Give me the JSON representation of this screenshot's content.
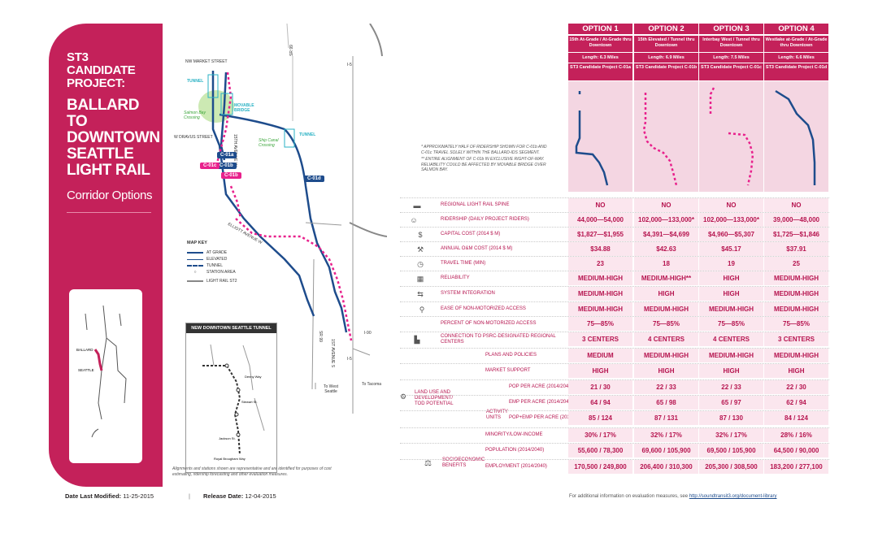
{
  "sidebar": {
    "title_1": "ST3 CANDIDATE PROJECT:",
    "title_2": "BALLARD TO DOWNTOWN SEATTLE LIGHT RAIL",
    "subtitle": "Corridor Options"
  },
  "locmap": {
    "ballard": "BALLARD",
    "seattle": "SEATTLE"
  },
  "map": {
    "labels": {
      "market": "NW MARKET STREET",
      "dravus": "W DRAVUS STREET",
      "sr99": "SR 99",
      "i5": "I-5",
      "ave15": "15TH AVENUE W",
      "tunnel1": "TUNNEL",
      "tunnel2": "TUNNEL",
      "movable": "MOVABLE BRIDGE",
      "salmon": "Salmon Bay Crossing",
      "shipcanal": "Ship Canal Crossing",
      "elliott": "ELLIOTT AVENUE W",
      "sr99b": "SR 99",
      "ave1st": "1ST AVENUE S",
      "i5b": "I-5",
      "i90": "I-90",
      "westseattle": "To West Seattle",
      "tacoma": "To Tacoma"
    },
    "tags": {
      "c01a": "C-01a",
      "c01b": "C-01b",
      "c01c": "C-01c",
      "c01d": "C-01d"
    },
    "mapkey": {
      "title": "MAP KEY",
      "items": [
        "AT GRADE",
        "ELEVATED",
        "TUNNEL",
        "STATION AREA",
        "LIGHT RAIL ST2"
      ]
    },
    "inset": {
      "title": "NEW DOWNTOWN SEATTLE TUNNEL",
      "labels": [
        "Denny Way",
        "Stewart St.",
        "Jackson St.",
        "Royal Brougham Way"
      ]
    },
    "disclaimer": "Alignments and stations shown are representative and are identified for purposes of cost estimating, ridership forecasting and other evaluation measures."
  },
  "notes": [
    "* APPROXIMATELY HALF OF RIDERSHIP SHOWN FOR C-01b AND C-01c TRAVEL SOLELY WITHIN THE BALLARD-IDS SEGMENT.",
    "** ENTIRE ALIGNMENT OF C-01b IN EXCLUSIVE RIGHT-OF-WAY. RELIABILITY COULD BE AFFECTED BY MOVABLE BRIDGE OVER SALMON BAY."
  ],
  "options": [
    {
      "name": "OPTION 1",
      "desc": "15th At-Grade / At-Grade thru Downtown",
      "length": "Length: 6.3 Miles",
      "project": "ST3 Candidate Project C-01a"
    },
    {
      "name": "OPTION 2",
      "desc": "15th Elevated / Tunnel thru Downtown",
      "length": "Length: 6.9 Miles",
      "project": "ST3 Candidate Project C-01b"
    },
    {
      "name": "OPTION 3",
      "desc": "Interbay West / Tunnel thru Downtown",
      "length": "Length: 7.5 Miles",
      "project": "ST3 Candidate Project C-01c"
    },
    {
      "name": "OPTION 4",
      "desc": "Westlake at-Grade / At-Grade thru Downtown",
      "length": "Length: 6.6 Miles",
      "project": "ST3 Candidate Project C-01d"
    }
  ],
  "measures": [
    {
      "label": "REGIONAL LIGHT RAIL SPINE",
      "icon": "train-icon",
      "v": [
        "NO",
        "NO",
        "NO",
        "NO"
      ]
    },
    {
      "label": "RIDERSHIP (DAILY PROJECT RIDERS)",
      "icon": "people-icon",
      "v": [
        "44,000—54,000",
        "102,000—133,000*",
        "102,000—133,000*",
        "39,000—48,000"
      ]
    },
    {
      "label": "CAPITAL COST (2014 $ M)",
      "icon": "dollar-icon",
      "v": [
        "$1,827—$1,955",
        "$4,391—$4,699",
        "$4,960—$5,307",
        "$1,725—$1,846"
      ]
    },
    {
      "label": "ANNUAL O&M COST (2014 $ M)",
      "icon": "wrench-icon",
      "v": [
        "$34.88",
        "$42.63",
        "$45.17",
        "$37.91"
      ]
    },
    {
      "label": "TRAVEL TIME (MIN)",
      "icon": "clock-icon",
      "v": [
        "23",
        "18",
        "19",
        "25"
      ]
    },
    {
      "label": "RELIABILITY",
      "icon": "calendar-icon",
      "v": [
        "MEDIUM-HIGH",
        "MEDIUM-HIGH**",
        "HIGH",
        "MEDIUM-HIGH"
      ]
    },
    {
      "label": "SYSTEM INTEGRATION",
      "icon": "transfer-icon",
      "v": [
        "MEDIUM-HIGH",
        "HIGH",
        "HIGH",
        "MEDIUM-HIGH"
      ]
    },
    {
      "label": "EASE OF NON-MOTORIZED ACCESS",
      "icon": "bike-walk-icon",
      "v": [
        "MEDIUM-HIGH",
        "MEDIUM-HIGH",
        "MEDIUM-HIGH",
        "MEDIUM-HIGH"
      ]
    },
    {
      "label": "PERCENT OF NON-MOTORIZED ACCESS",
      "icon": "",
      "v": [
        "75—85%",
        "75—85%",
        "75—85%",
        "75—85%"
      ]
    },
    {
      "label": "CONNECTION TO PSRC-DESIGNATED REGIONAL CENTERS",
      "icon": "city-icon",
      "v": [
        "3 CENTERS",
        "4 CENTERS",
        "4 CENTERS",
        "3 CENTERS"
      ]
    },
    {
      "label": "PLANS AND POLICIES",
      "icon": "",
      "v": [
        "MEDIUM",
        "MEDIUM-HIGH",
        "MEDIUM-HIGH",
        "MEDIUM-HIGH"
      ]
    },
    {
      "label": "MARKET SUPPORT",
      "icon": "",
      "v": [
        "HIGH",
        "HIGH",
        "HIGH",
        "HIGH"
      ]
    },
    {
      "label": "POP PER ACRE (2014/2040)",
      "icon": "",
      "v": [
        "21 / 30",
        "22 / 33",
        "22 / 33",
        "22 / 30"
      ]
    },
    {
      "label": "EMP PER ACRE (2014/2040)",
      "icon": "",
      "v": [
        "64 / 94",
        "65 / 98",
        "65 / 97",
        "62 / 94"
      ]
    },
    {
      "label": "POP+EMP PER ACRE (2014/2040)",
      "icon": "",
      "v": [
        "85 / 124",
        "87 / 131",
        "87 / 130",
        "84 / 124"
      ]
    },
    {
      "label": "MINORITY/LOW-INCOME",
      "icon": "",
      "v": [
        "30% / 17%",
        "32% / 17%",
        "32% / 17%",
        "28% / 16%"
      ]
    },
    {
      "label": "POPULATION (2014/2040)",
      "icon": "",
      "v": [
        "55,600 / 78,300",
        "69,600 / 105,900",
        "69,500 / 105,900",
        "64,500 / 90,000"
      ]
    },
    {
      "label": "EMPLOYMENT (2014/2040)",
      "icon": "",
      "v": [
        "170,500 / 249,800",
        "206,400 / 310,300",
        "205,300 / 308,500",
        "183,200 / 277,100"
      ]
    }
  ],
  "groups": {
    "land_use": "LAND USE AND DEVELOPMENT/ TOD POTENTIAL",
    "activity": "ACTIVITY UNITS",
    "socio": "SOCIOECONOMIC BENEFITS"
  },
  "footer": {
    "modified_label": "Date Last Modified:",
    "modified": "11-25-2015",
    "sep": "|",
    "release_label": "Release Date:",
    "release": "12-04-2015",
    "note": "For additional information on evaluation measures, see",
    "link": "http://soundtransit3.org/document-library"
  }
}
